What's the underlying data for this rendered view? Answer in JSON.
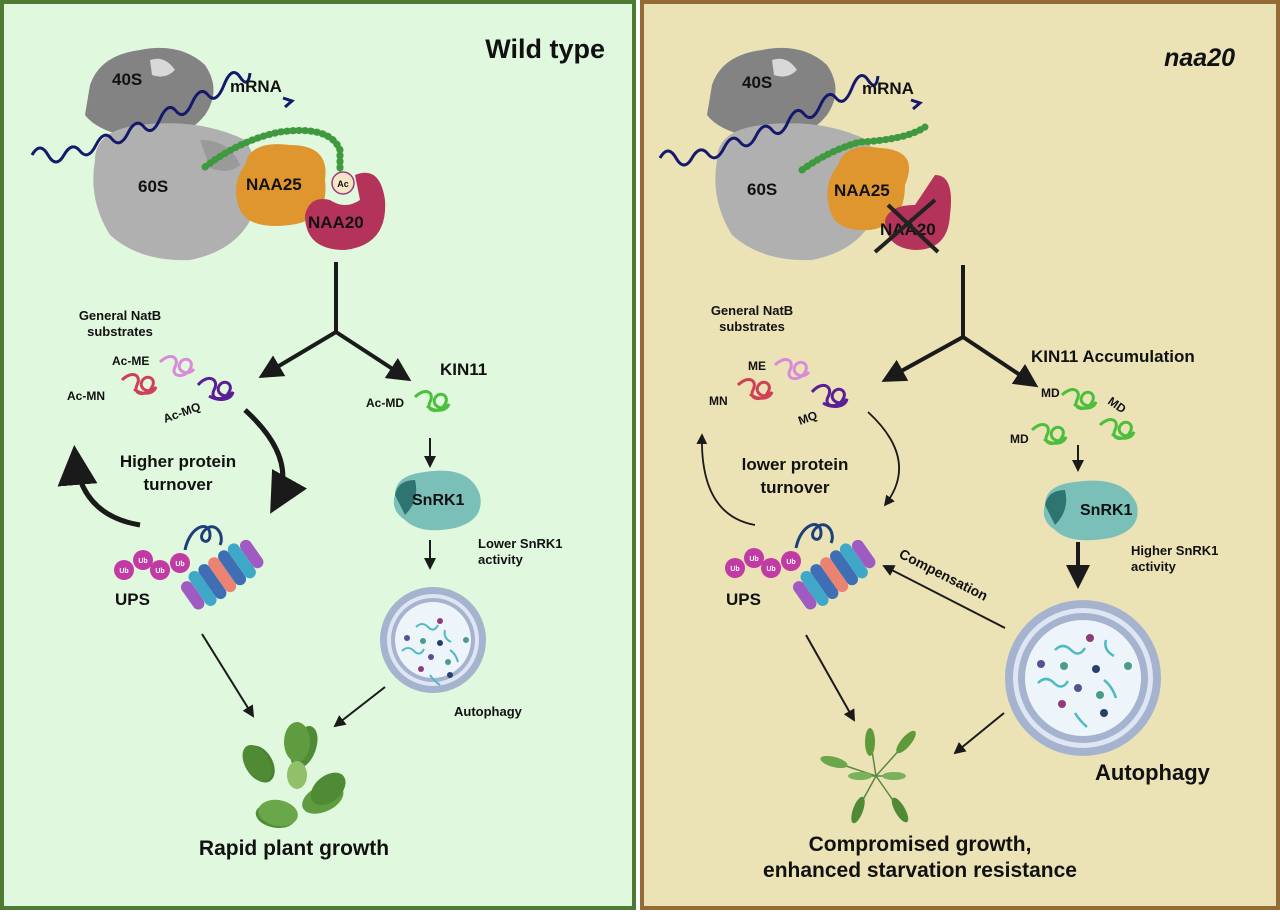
{
  "panels": [
    {
      "id": "wild-type",
      "title": "Wild type",
      "title_italic": false,
      "background": "#e0f8dd",
      "border": "#4e7a34",
      "ribosome": {
        "small_subunit": "40S",
        "large_subunit": "60S",
        "mrna": "mRNA"
      },
      "complex": {
        "auxiliary": "NAA25",
        "catalytic": "NAA20",
        "acetyl": "Ac",
        "catalytic_knocked_out": false
      },
      "substrates": {
        "heading_line1": "General NatB",
        "heading_line2": "substrates",
        "labels": [
          "Ac-ME",
          "Ac-MN",
          "Ac-MQ"
        ]
      },
      "kin11": {
        "title": "KIN11",
        "labels": [
          "Ac-MD"
        ]
      },
      "turnover": {
        "line1": "Higher protein",
        "line2": "turnover"
      },
      "ups_label": "UPS",
      "ub_labels": [
        "Ub",
        "Ub",
        "Ub",
        "Ub"
      ],
      "snrk1": {
        "label": "SnRK1",
        "activity_line1": "Lower SnRK1",
        "activity_line2": "activity"
      },
      "autophagy_label": "Autophagy",
      "outcome": {
        "line1": "Rapid plant growth",
        "line2": ""
      }
    },
    {
      "id": "naa20",
      "title": "naa20",
      "title_italic": true,
      "background": "#ebe3b6",
      "border": "#956b35",
      "ribosome": {
        "small_subunit": "40S",
        "large_subunit": "60S",
        "mrna": "mRNA"
      },
      "complex": {
        "auxiliary": "NAA25",
        "catalytic": "NAA20",
        "acetyl": "",
        "catalytic_knocked_out": true
      },
      "substrates": {
        "heading_line1": "General NatB",
        "heading_line2": "substrates",
        "labels": [
          "ME",
          "MN",
          "MQ"
        ]
      },
      "kin11": {
        "title": "KIN11 Accumulation",
        "labels": [
          "MD",
          "MD",
          "MD"
        ]
      },
      "turnover": {
        "line1": "lower protein",
        "line2": "turnover"
      },
      "ups_label": "UPS",
      "ub_labels": [
        "Ub",
        "Ub",
        "Ub",
        "Ub"
      ],
      "snrk1": {
        "label": "SnRK1",
        "activity_line1": "Higher SnRK1",
        "activity_line2": "activity"
      },
      "compensation_label": "Compensation",
      "autophagy_label": "Autophagy",
      "outcome": {
        "line1": "Compromised growth,",
        "line2": "enhanced starvation resistance"
      }
    }
  ],
  "colors": {
    "ribosome_dark": "#7d7d7d",
    "ribosome_light": "#b3b3b3",
    "mrna": "#15196b",
    "peptide": "#4aa84a",
    "naa25": "#e0962e",
    "naa20": "#b4335a",
    "substrate_me": "#d98ad8",
    "substrate_mn": "#cf3f55",
    "substrate_mq": "#5a1e96",
    "kin11": "#4bbf3c",
    "snrk1": "#3c8f8a",
    "ub": "#c23aa3",
    "plant": "#4f8a35"
  }
}
